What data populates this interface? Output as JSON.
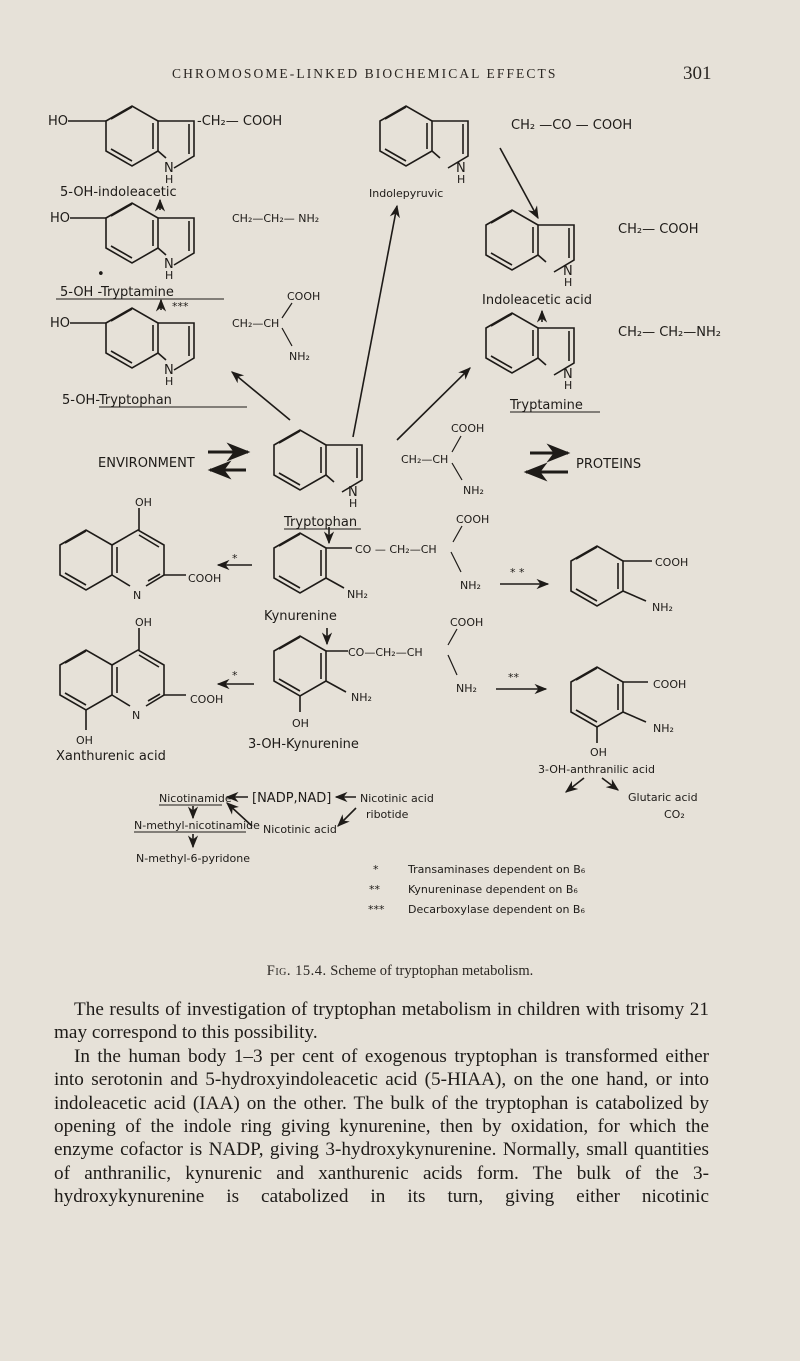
{
  "header": {
    "running_title": "CHROMOSOME-LINKED BIOCHEMICAL EFFECTS",
    "page_number": "301"
  },
  "figure": {
    "caption_label": "Fig. 15.4.",
    "caption_text": " Scheme of tryptophan metabolism.",
    "compounds": {
      "hiaa": {
        "name": "5-OH-indoleacetic",
        "substituent": "-CH₂— COOH",
        "ring_sub": "HO"
      },
      "hydroxytryptamine": {
        "name": "5-OH -Tryptamine",
        "substituent": "CH₂—CH₂— NH₂",
        "ring_sub": "HO",
        "marker": "•"
      },
      "hydroxytryptophan": {
        "name": "5-OH-Tryptophan",
        "substituent": "CH₂—CH",
        "cooh": "COOH",
        "nh2": "NH₂",
        "ring_sub": "HO",
        "enzyme_mark": "***"
      },
      "indolepyruvic": {
        "name": "Indolepyruvic",
        "substituent": "CH₂ —CO — COOH"
      },
      "indoleacetic": {
        "name": "Indoleacetic acid",
        "substituent": "CH₂— COOH"
      },
      "tryptamine": {
        "name": "Tryptamine",
        "substituent": "CH₂— CH₂—NH₂"
      },
      "tryptophan": {
        "name": "Tryptophan",
        "substituent": "CH₂—CH",
        "cooh": "COOH",
        "nh2": "NH₂"
      },
      "kynurenine": {
        "name": "Kynurenine",
        "chain": "CO — CH₂—CH",
        "cooh": "COOH",
        "nh2": "NH₂",
        "ring_nh2": "NH₂"
      },
      "hydroxykynurenine": {
        "name": "3-OH-Kynurenine",
        "chain": "CO—CH₂—CH",
        "cooh": "COOH",
        "nh2": "NH₂",
        "ring_nh2": "NH₂",
        "oh": "OH"
      },
      "kynurenic": {
        "oh": "OH",
        "cooh": "COOH",
        "n": "N",
        "enzyme_mark": "*"
      },
      "xanthurenic": {
        "name": "Xanthurenic acid",
        "oh_top": "OH",
        "oh_bottom": "OH",
        "cooh": "COOH",
        "n": "N",
        "enzyme_mark": "*"
      },
      "anthranilic": {
        "cooh": "COOH",
        "nh2": "NH₂",
        "enzyme_mark": "* *"
      },
      "hydroxyanthranilic": {
        "name": "3-OH-anthranilic acid",
        "cooh": "COOH",
        "nh2": "NH₂",
        "oh": "OH",
        "enzyme_mark": "**"
      }
    },
    "nh": {
      "n": "N",
      "h": "H"
    },
    "environment": "ENVIRONMENT",
    "proteins": "PROTEINS",
    "lower_pathway": {
      "nicotinamide": "Nicotinamide",
      "nadp_nad": "[NADP,NAD]",
      "nicotinic_acid_ribotide_1": "Nicotinic acid",
      "nicotinic_acid_ribotide_2": "ribotide",
      "glutaric_acid": "Glutaric acid",
      "co2": "CO₂",
      "n_methyl_nicotinamide": "N-methyl-nicotinamide",
      "nicotinic_acid": "Nicotinic acid",
      "n_methyl_pyridone": "N-methyl-6-pyridone"
    },
    "legend": [
      {
        "mark": "*",
        "text": "Transaminases dependent on B₆"
      },
      {
        "mark": "**",
        "text": "Kynureninase  dependent on B₆"
      },
      {
        "mark": "***",
        "text": "Decarboxylase dependent on B₆"
      }
    ]
  },
  "body": {
    "paragraphs": [
      "The results of investigation of tryptophan metabolism in children with tri­somy 21 may correspond to this possibility.",
      "In the human body 1–3 per cent of exogenous tryptophan is transformed either into serotonin and 5-hydroxyindoleacetic acid (5-HIAA), on the one hand, or into indoleacetic acid (IAA) on the other. The bulk of the tryptophan is cata­bolized by opening of the indole ring giving kynurenine, then by oxidation, for which the enzyme cofactor is NADP, giving 3-hydroxykynurenine. Normally, small quantities of anthranilic, kynurenic and xanthurenic acids form. The bulk of the 3-hydroxykynurenine is catabolized in its turn, giving either nicotinic"
    ]
  }
}
